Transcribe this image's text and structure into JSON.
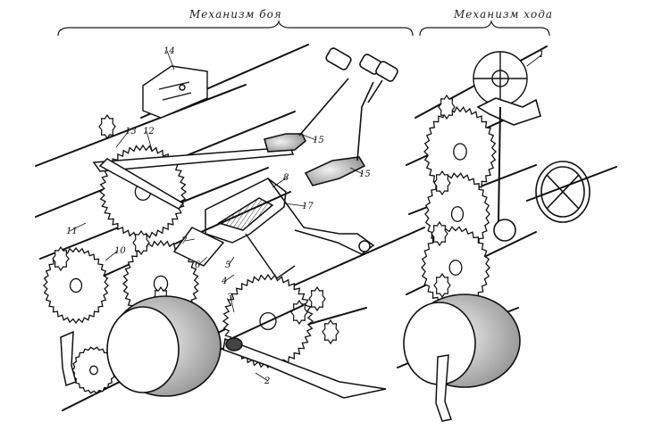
{
  "headers": {
    "strike": "Механизм боя",
    "going": "Механизм хода"
  },
  "part_numbers": {
    "n1": "1",
    "n2": "2",
    "n3": "3",
    "n4": "4",
    "n5": "5",
    "n6": "6",
    "n7": "7",
    "n8": "8",
    "n10": "10",
    "n11": "11",
    "n12": "12",
    "n13": "13",
    "n14": "14",
    "n15a": "15",
    "n15b": "15",
    "n17": "17"
  },
  "colors": {
    "ink": "#1a1a1a",
    "paper": "#ffffff",
    "shade": "#8a8a8a"
  }
}
